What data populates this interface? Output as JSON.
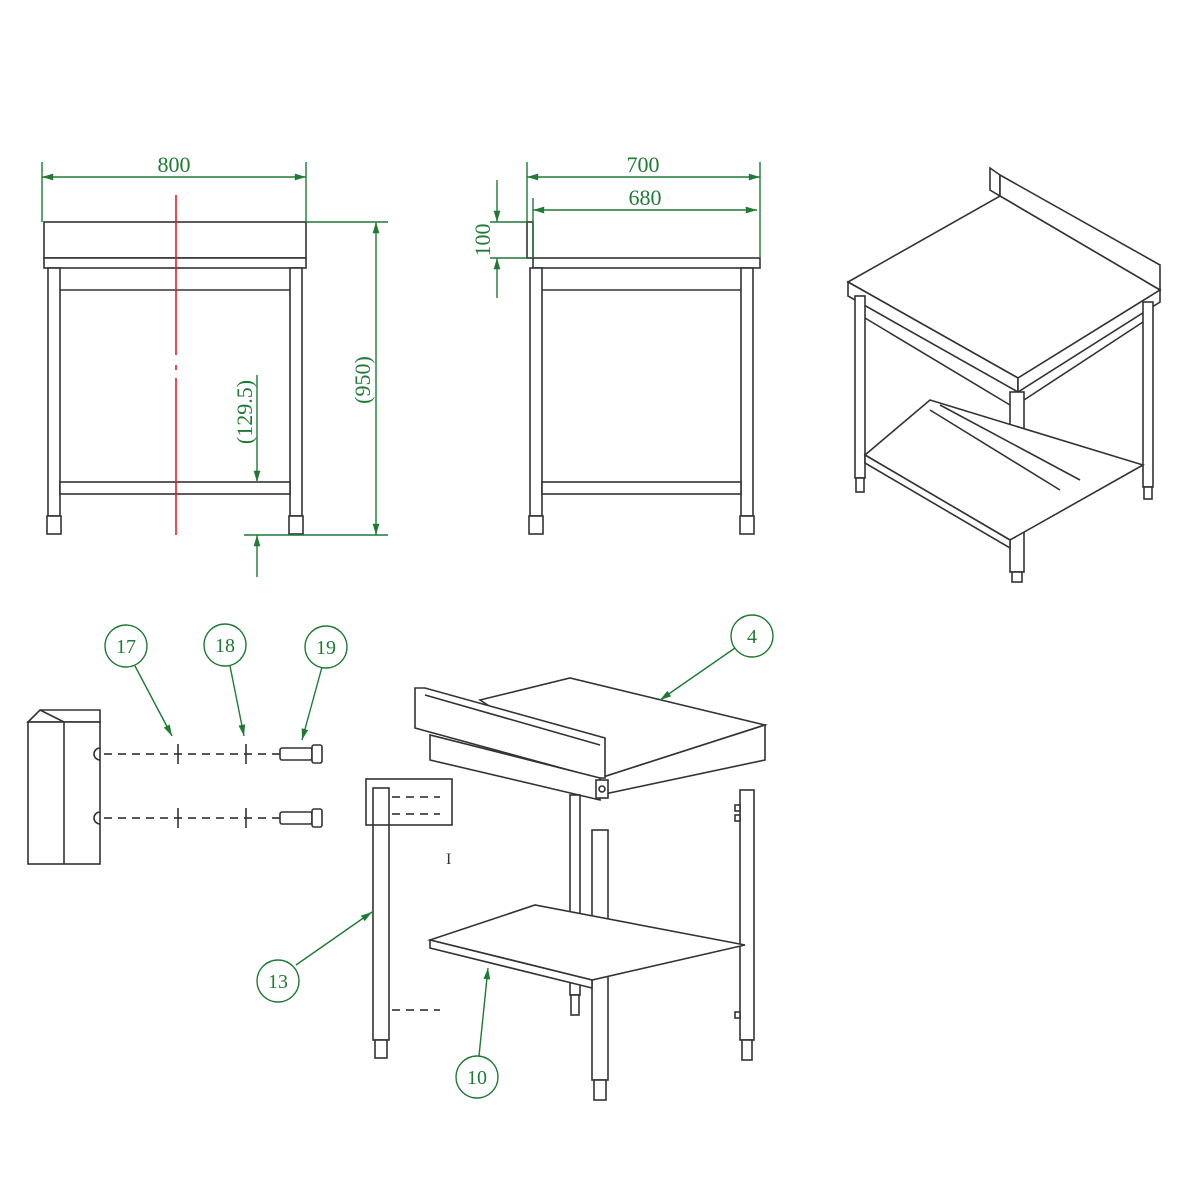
{
  "front_view": {
    "width_dim": "800",
    "height_dim": "(950)",
    "shelf_height_dim": "(129.5)"
  },
  "side_view": {
    "depth_dim": "700",
    "inner_depth_dim": "680",
    "splash_dim": "100"
  },
  "callouts": {
    "c17": "17",
    "c18": "18",
    "c19": "19",
    "c4": "4",
    "c13": "13",
    "c10": "10"
  },
  "detail_label": "I",
  "colors": {
    "dimension": "#1f7a35",
    "centerline": "#e0202a",
    "lines": "#333333"
  }
}
